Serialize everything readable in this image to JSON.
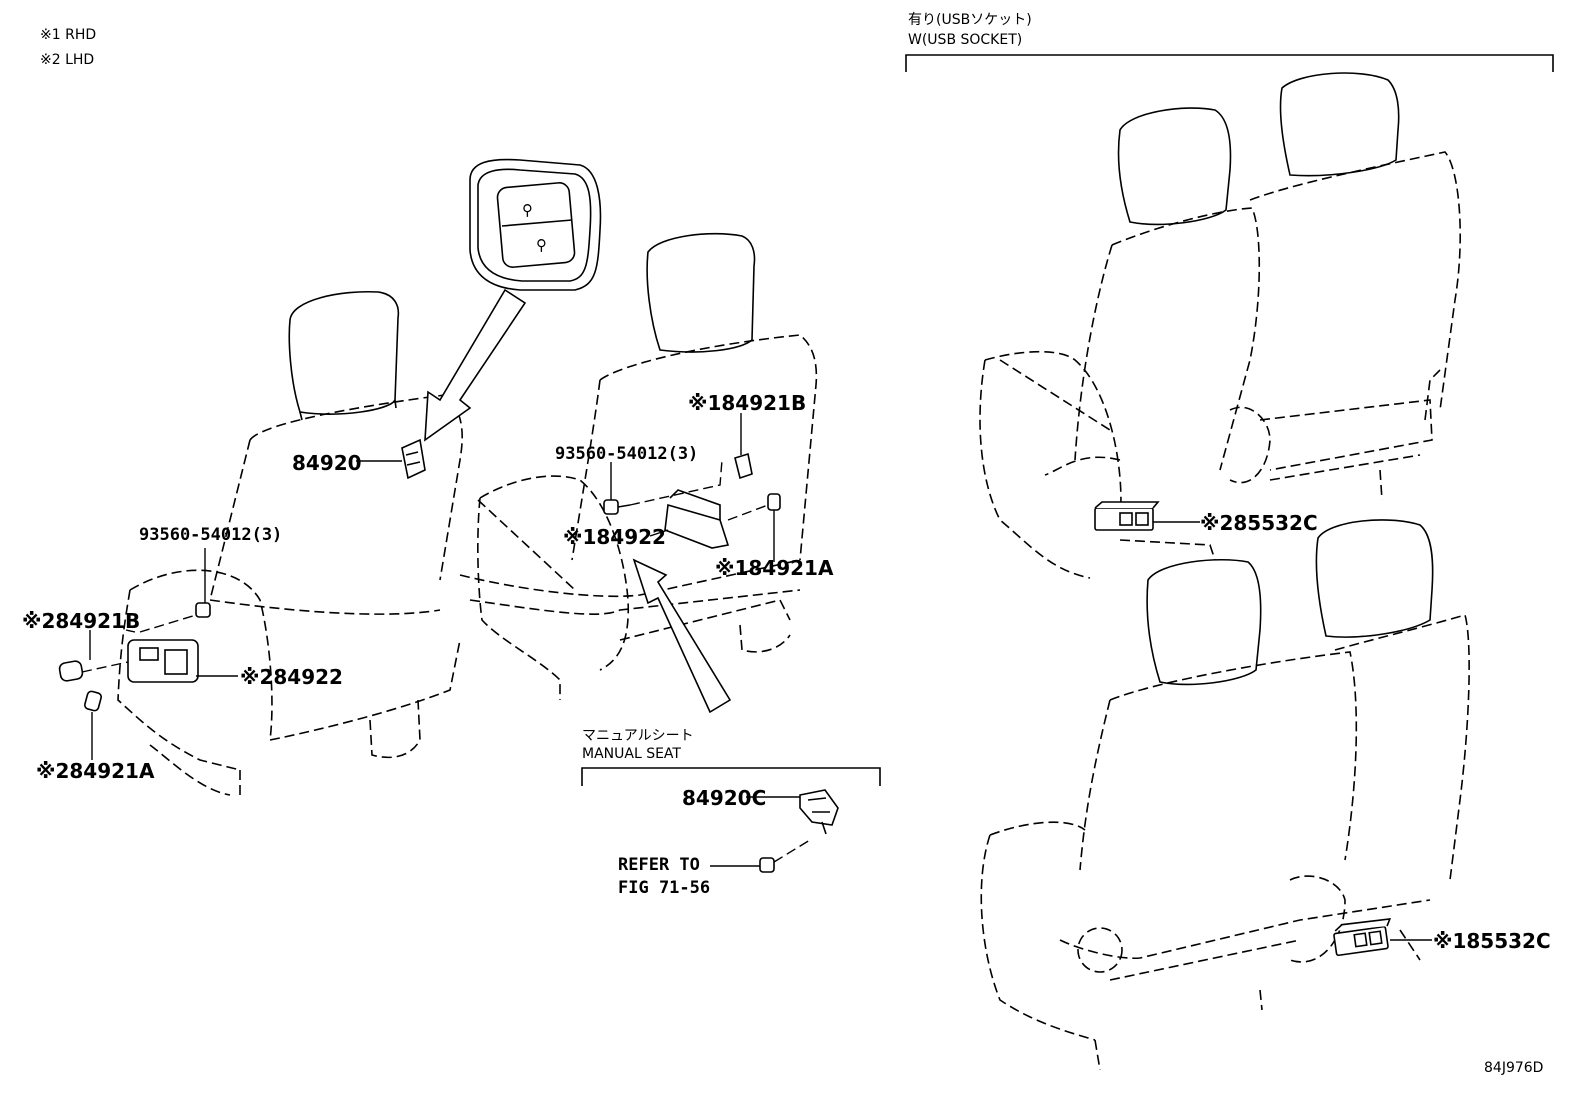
{
  "notes": {
    "rhd": "※1 RHD",
    "lhd": "※2 LHD"
  },
  "usb_section": {
    "title_jp": "有り(USBソケット)",
    "title_en": "W(USB SOCKET)"
  },
  "manual_seat_section": {
    "title_jp": "マニュアルシート",
    "title_en": "MANUAL SEAT"
  },
  "parts": {
    "p84920": "84920",
    "p93560_left": "93560-54012(3)",
    "p84921B_lhd": "※284921B",
    "p84922_lhd": "※284922",
    "p84921A_lhd": "※284921A",
    "p84921B_rhd": "※184921B",
    "p93560_mid": "93560-54012(3)",
    "p84922_rhd": "※184922",
    "p84921A_rhd": "※184921A",
    "p84920C": "84920C",
    "refer_line1": "REFER TO",
    "refer_line2": "FIG 71-56",
    "p85532C_lhd": "※285532C",
    "p85532C_rhd": "※185532C"
  },
  "diagram_code": "84J976D"
}
